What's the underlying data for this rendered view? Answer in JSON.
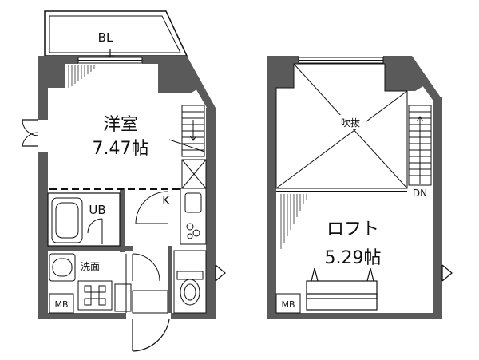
{
  "floor1": {
    "balcony_label": "BL",
    "room_name": "洋室",
    "room_size": "7.47帖",
    "kitchen_label": "K",
    "bath_label": "UB",
    "washroom_label": "洗面",
    "meter_box_label": "MB"
  },
  "floor2": {
    "void_label": "吹抜",
    "stair_label": "DN",
    "loft_name": "ロフト",
    "loft_size": "5.29帖",
    "meter_box_label": "MB"
  },
  "colors": {
    "wall": "#5a5a5a",
    "line": "#111111",
    "background": "#ffffff"
  }
}
